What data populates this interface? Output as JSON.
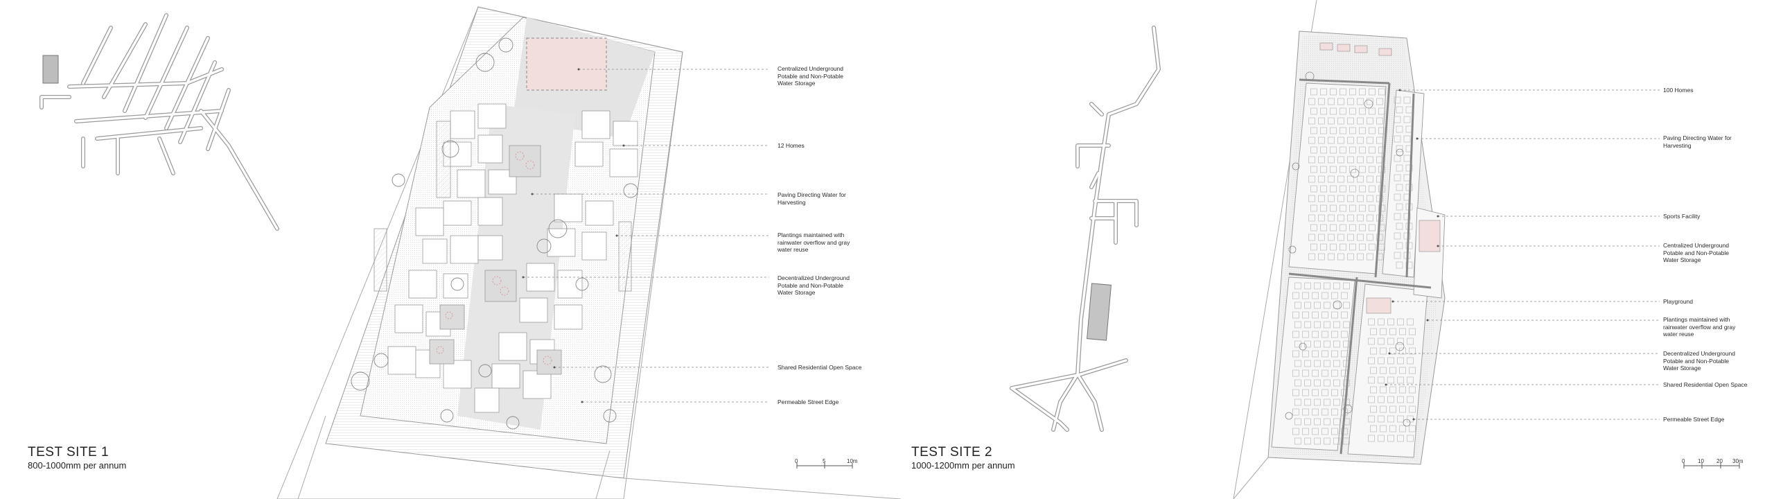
{
  "site1": {
    "title": "TEST SITE 1",
    "subtitle": "800-1000mm per annum",
    "labels": [
      "Centralized Underground\nPotable and Non-Potable\nWater Storage",
      "12 Homes",
      "Paving Directing Water for\nHarvesting",
      "Plantings maintained with\nrainwater overflow and gray\nwater reuse",
      "Decentralized Underground\nPotable and Non-Potable\nWater Storage",
      "Shared Residential Open Space",
      "Permeable Street Edge"
    ],
    "scale": [
      "0",
      "5",
      "10m"
    ]
  },
  "site2": {
    "title": "TEST SITE 2",
    "subtitle": "1000-1200mm per annum",
    "labels": [
      "100 Homes",
      "Paving Directing Water for\nHarvesting",
      "Sports Facility",
      "Centralized Underground\nPotable and Non-Potable\nWater Storage",
      "Playground",
      "Plantings maintained with\nrainwater overflow and gray\nwater reuse",
      "Decentralized Underground\nPotable and Non-Potable\nWater Storage",
      "Shared Residential Open Space",
      "Permeable Street Edge"
    ],
    "scale": [
      "0",
      "10",
      "20",
      "30m"
    ]
  },
  "colors": {
    "line": "#8a8a8a",
    "paving": "#e4e4e4",
    "storage": "#f3dede",
    "ink": "#2a2a2a"
  }
}
